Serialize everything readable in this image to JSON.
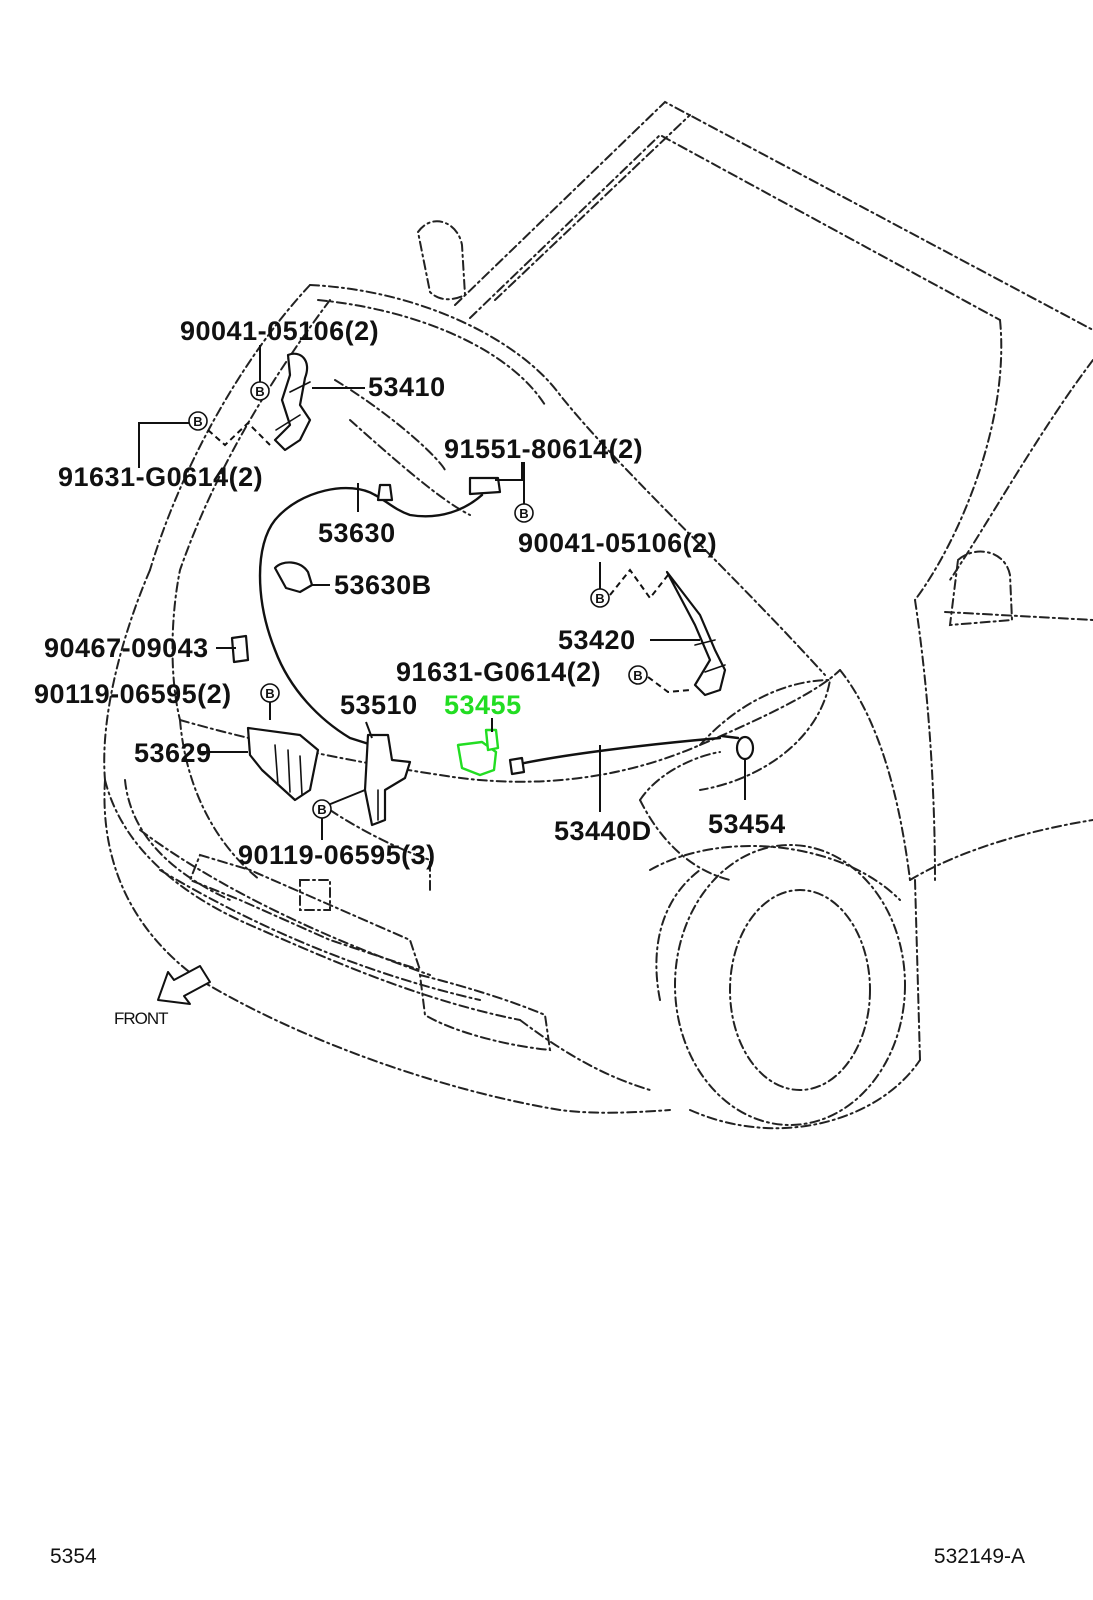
{
  "diagram": {
    "highlight_color": "#22dd22",
    "line_color": "#111111",
    "callouts": [
      {
        "id": "c1",
        "text": "90041-05106(2)"
      },
      {
        "id": "c2",
        "text": "53410"
      },
      {
        "id": "c3",
        "text": "91551-80614(2)"
      },
      {
        "id": "c4",
        "text": "91631-G0614(2)"
      },
      {
        "id": "c5",
        "text": "53630"
      },
      {
        "id": "c6",
        "text": "90041-05106(2)"
      },
      {
        "id": "c7",
        "text": "53630B"
      },
      {
        "id": "c8",
        "text": "53420"
      },
      {
        "id": "c9",
        "text": "90467-09043"
      },
      {
        "id": "c10",
        "text": "91631-G0614(2)"
      },
      {
        "id": "c11",
        "text": "90119-06595(2)"
      },
      {
        "id": "c12",
        "text": "53510"
      },
      {
        "id": "c13",
        "text": "53455",
        "highlighted": true
      },
      {
        "id": "c14",
        "text": "53629"
      },
      {
        "id": "c15",
        "text": "53454"
      },
      {
        "id": "c16",
        "text": "53440D"
      },
      {
        "id": "c17",
        "text": "90119-06595(3)"
      }
    ],
    "bolt_marker": "B",
    "direction_label": "FRONT",
    "footer_left": "5354",
    "footer_right": "532149-A"
  }
}
